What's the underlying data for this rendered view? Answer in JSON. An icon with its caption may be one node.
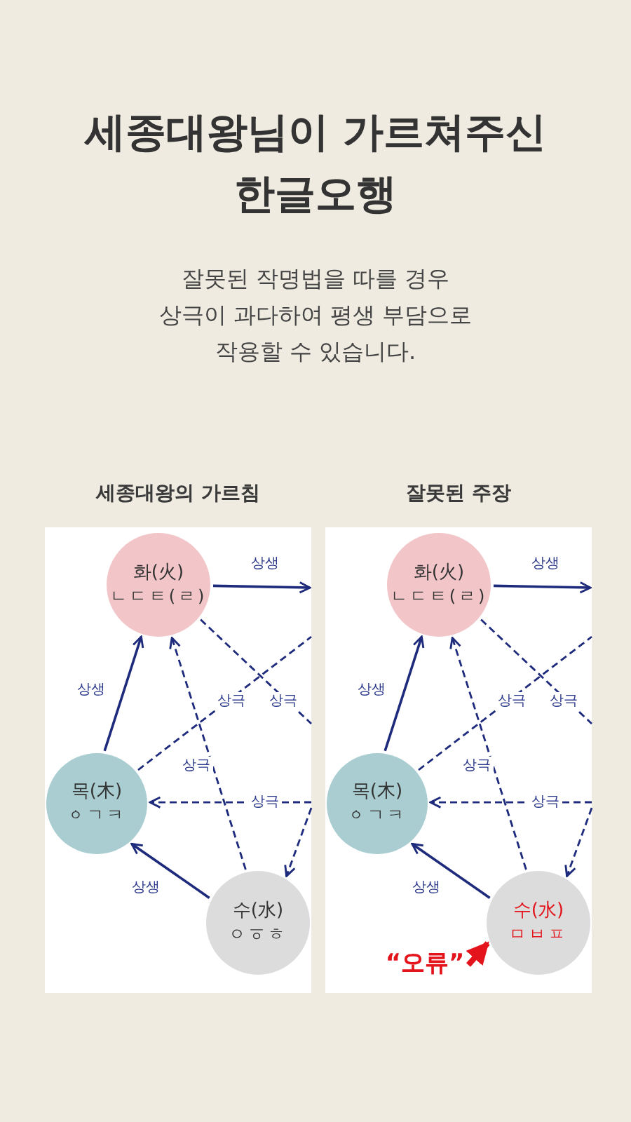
{
  "diagram": {
    "title": "세종대왕님이 가르쳐주신 한글오행",
    "nodes": [
      {
        "text": [
          "세종대왕의 가르침"
        ]
      },
      {
        "text": [
          "화(火)",
          "ㄴㄷㅌ(ㄹ)"
        ],
        "in": 0
      },
      {
        "text": [
          "목(木)",
          "ㆁㄱㅋ"
        ],
        "in": 0
      },
      {
        "text": [
          "수(水)",
          "ㅇㆆㅎ"
        ],
        "in": 0
      },
      {
        "text": [
          "잘못된 주장"
        ]
      },
      {
        "text": [
          "화(火)",
          "ㄴㄷㅌ(ㄹ)"
        ],
        "in": 4
      },
      {
        "text": [
          "목(木)",
          "ㆁㄱㅋ"
        ],
        "in": 4
      },
      {
        "text": [
          "수(水)",
          "ㅁㅂㅍ"
        ],
        "in": 4
      },
      {
        "text": [
          "“오류”"
        ],
        "in": 4
      }
    ],
    "edges": [
      {
        "from": 1,
        "to": null,
        "arrow": "to",
        "label": "상생"
      },
      {
        "from": 2,
        "to": 1,
        "arrow": "to",
        "label": "상생"
      },
      {
        "from": 3,
        "to": 2,
        "arrow": "to",
        "label": "상생"
      },
      {
        "from": 3,
        "to": 1,
        "arrow": "to",
        "label": "상극",
        "style": "dashed"
      },
      {
        "from": null,
        "to": 2,
        "arrow": "to",
        "label": "상극",
        "style": "dashed"
      },
      {
        "from": 1,
        "to": null,
        "arrow": "none",
        "label": "상극",
        "style": "dashed"
      },
      {
        "from": 2,
        "to": null,
        "arrow": "none",
        "label": "상극",
        "style": "dashed"
      },
      {
        "from": null,
        "to": 3,
        "arrow": "to",
        "style": "dashed"
      },
      {
        "from": 5,
        "to": null,
        "arrow": "to",
        "label": "상생"
      },
      {
        "from": 6,
        "to": 5,
        "arrow": "to",
        "label": "상생"
      },
      {
        "from": 7,
        "to": 6,
        "arrow": "to",
        "label": "상생"
      },
      {
        "from": 7,
        "to": 5,
        "arrow": "to",
        "label": "상극",
        "style": "dashed"
      },
      {
        "from": null,
        "to": 6,
        "arrow": "to",
        "label": "상극",
        "style": "dashed"
      },
      {
        "from": 5,
        "to": null,
        "arrow": "none",
        "label": "상극",
        "style": "dashed"
      },
      {
        "from": 6,
        "to": null,
        "arrow": "none",
        "label": "상극",
        "style": "dashed"
      },
      {
        "from": null,
        "to": 7,
        "arrow": "to",
        "style": "dashed"
      },
      {
        "from": 8,
        "to": 7,
        "arrow": "to",
        "style": "thick",
        "color": "#e3141c"
      }
    ],
    "labels": [
      "잘못된 작명법을 따를 경우 상극이 과다하여 평생 부담으로 작용할 수 있습니다."
    ]
  }
}
